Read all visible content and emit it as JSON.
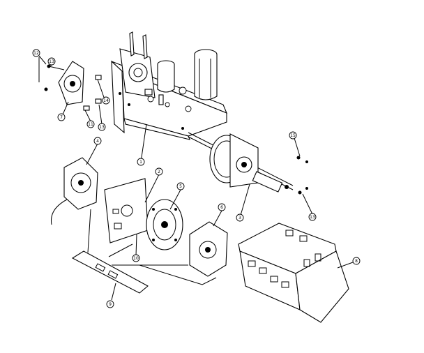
{
  "callouts": [
    {
      "id": "c1",
      "label": "1"
    },
    {
      "id": "c2",
      "label": "2"
    },
    {
      "id": "c3",
      "label": "3"
    },
    {
      "id": "c4",
      "label": "4"
    },
    {
      "id": "c5",
      "label": "5"
    },
    {
      "id": "c6",
      "label": "6"
    },
    {
      "id": "c7",
      "label": "7"
    },
    {
      "id": "c8",
      "label": "8"
    },
    {
      "id": "c9",
      "label": "9"
    },
    {
      "id": "c10",
      "label": "10"
    },
    {
      "id": "c11",
      "label": "11"
    },
    {
      "id": "c12",
      "label": "12"
    },
    {
      "id": "c13a",
      "label": "13"
    },
    {
      "id": "c13b",
      "label": "13"
    },
    {
      "id": "c13c",
      "label": "13"
    },
    {
      "id": "c14",
      "label": "14"
    },
    {
      "id": "c15",
      "label": "15"
    }
  ]
}
